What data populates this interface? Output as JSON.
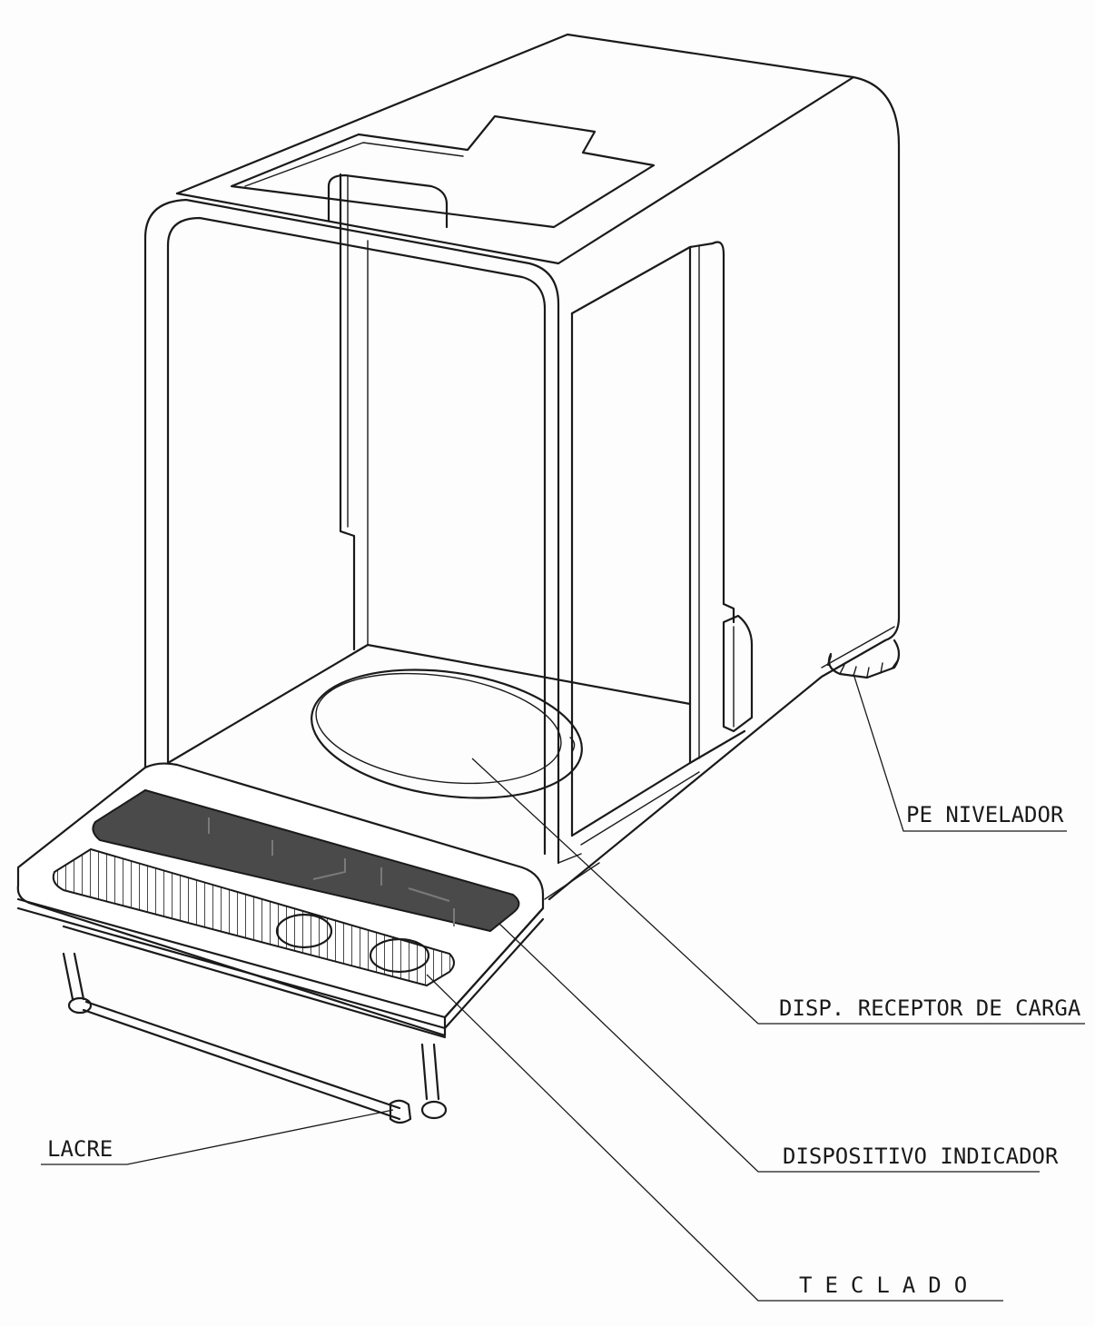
{
  "labels": {
    "leveling_foot": "PE NIVELADOR",
    "load_receptor": "DISP. RECEPTOR DE CARGA",
    "indicator": "DISPOSITIVO INDICADOR",
    "seal": "LACRE",
    "keyboard": "TECLADO"
  },
  "colors": {
    "line": "#1a1a1a",
    "display_fill": "#4a4a4a",
    "paper": "#fdfdfd"
  }
}
